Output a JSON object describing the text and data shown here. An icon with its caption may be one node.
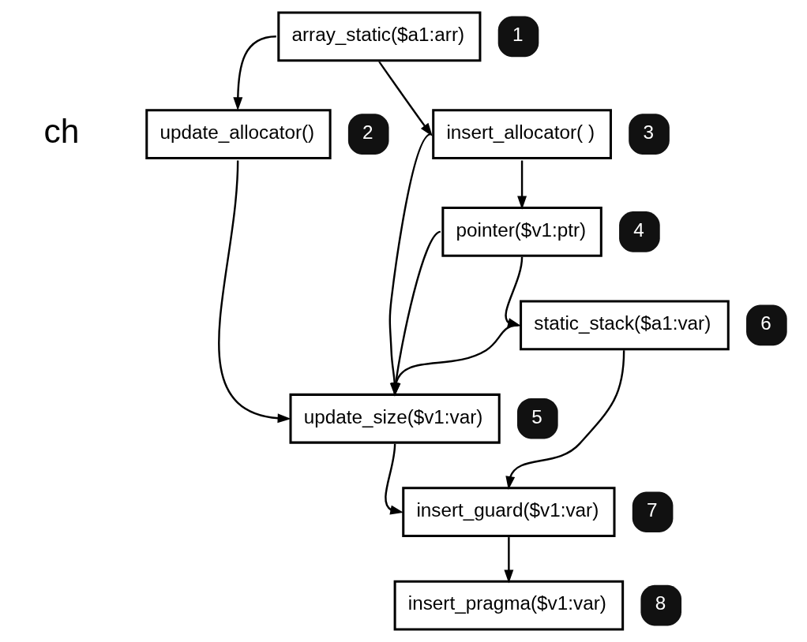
{
  "diagram": {
    "nodes": [
      {
        "text": [
          "array_static($a1:arr)"
        ],
        "beside": [
          "1"
        ]
      },
      {
        "text": [
          "update_allocator()"
        ],
        "beside": [
          "2"
        ]
      },
      {
        "text": [
          "insert_allocator( )"
        ],
        "beside": [
          "3"
        ]
      },
      {
        "text": [
          "pointer($v1:ptr)"
        ],
        "beside": [
          "4"
        ]
      },
      {
        "text": [
          "update_size($v1:var)"
        ],
        "beside": [
          "5"
        ]
      },
      {
        "text": [
          "static_stack($a1:var)"
        ],
        "beside": [
          "6"
        ]
      },
      {
        "text": [
          "insert_guard($v1:var)"
        ],
        "beside": [
          "7"
        ]
      },
      {
        "text": [
          "insert_pragma($v1:var)"
        ],
        "beside": [
          "8"
        ]
      }
    ],
    "edges": [
      {
        "from": 0,
        "to": 1,
        "arrow": "to"
      },
      {
        "from": 0,
        "to": 2,
        "arrow": "to"
      },
      {
        "from": 1,
        "to": 4,
        "arrow": "to"
      },
      {
        "from": 2,
        "to": 3,
        "arrow": "to"
      },
      {
        "from": 2,
        "to": 4,
        "arrow": "to"
      },
      {
        "from": 3,
        "to": 5,
        "arrow": "to"
      },
      {
        "from": 3,
        "to": 4,
        "arrow": "to"
      },
      {
        "from": 5,
        "to": 4,
        "arrow": "to"
      },
      {
        "from": 4,
        "to": 6,
        "arrow": "to"
      },
      {
        "from": 5,
        "to": 6,
        "arrow": "to"
      },
      {
        "from": 6,
        "to": 7,
        "arrow": "to"
      }
    ],
    "labels": [
      "ch"
    ]
  }
}
